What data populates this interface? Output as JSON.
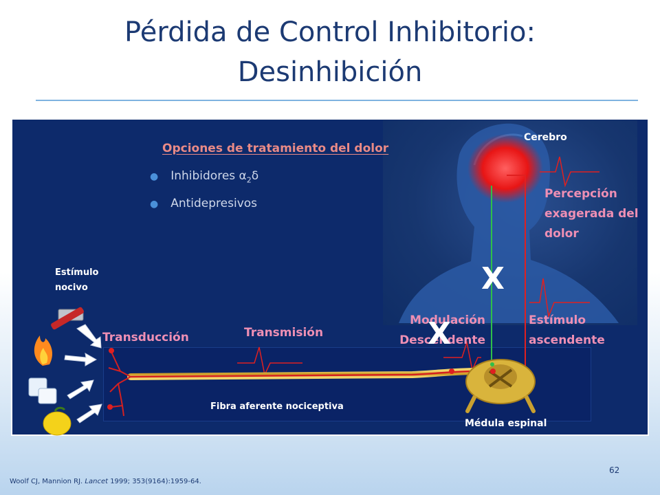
{
  "slide": {
    "title_line1": "Pérdida de Control Inhibitorio:",
    "title_line2": "Desinhibición",
    "page_number": "62",
    "citation_pre": "Woolf CJ, Mannion RJ. ",
    "citation_journal": "Lancet",
    "citation_post": " 1999; 353(9164):1959-64."
  },
  "treatment": {
    "heading": "Opciones de tratamiento del dolor",
    "items": [
      {
        "pre": "Inhibidores α",
        "sub": "2",
        "post": "δ"
      },
      {
        "pre": "Antidepresivos",
        "sub": "",
        "post": ""
      }
    ]
  },
  "labels": {
    "cerebro": "Cerebro",
    "percepcion": [
      "Percepción",
      "exagerada del",
      "dolor"
    ],
    "estimulo_nocivo": [
      "Estímulo",
      "nocivo"
    ],
    "transduccion": "Transducción",
    "transmision": "Transmisión",
    "modulacion": [
      "Modulación",
      "Descendente"
    ],
    "estimulo_asc": [
      "Estímulo",
      "ascendente"
    ],
    "fibra": "Fibra aferente nociceptiva",
    "medula": "Médula espinal",
    "x_mark_1": "X",
    "x_mark_2": "X"
  },
  "colors": {
    "panel": "#0d2a6b",
    "title": "#1c3a73",
    "label_pink": "#ee8fb4",
    "heading": "#e98a86",
    "descending_path": "#2fbf4a",
    "ascending_path": "#e02020",
    "nerve": "#d8b23a"
  },
  "icons": [
    "hammer-icon",
    "fire-icon",
    "ice-icon",
    "lemon-icon"
  ]
}
